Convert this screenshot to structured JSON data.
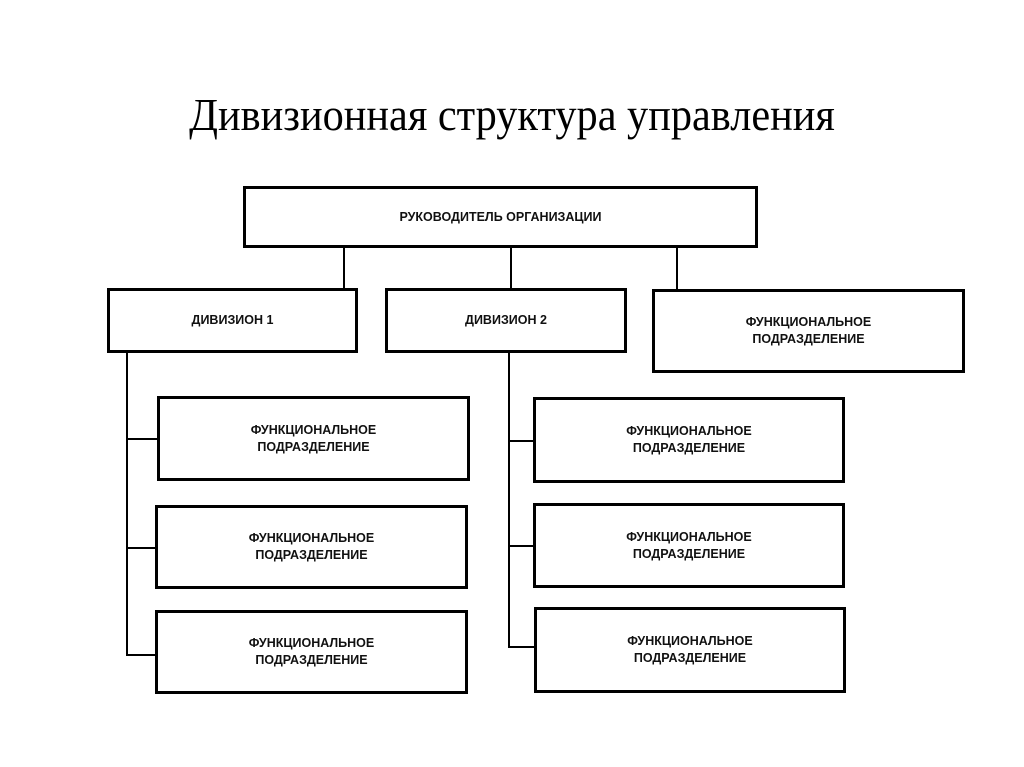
{
  "title": "Дивизионная структура управления",
  "diagram": {
    "head": {
      "label": "РУКОВОДИТЕЛЬ ОРГАНИЗАЦИИ"
    },
    "divisions": [
      {
        "label": "ДИВИЗИОН 1",
        "units": [
          {
            "line1": "ФУНКЦИОНАЛЬНОЕ",
            "line2": "ПОДРАЗДЕЛЕНИЕ"
          },
          {
            "line1": "ФУНКЦИОНАЛЬНОЕ",
            "line2": "ПОДРАЗДЕЛЕНИЕ"
          },
          {
            "line1": "ФУНКЦИОНАЛЬНОЕ",
            "line2": "ПОДРАЗДЕЛЕНИЕ"
          }
        ]
      },
      {
        "label": "ДИВИЗИОН 2",
        "units": [
          {
            "line1": "ФУНКЦИОНАЛЬНОЕ",
            "line2": "ПОДРАЗДЕЛЕНИЕ"
          },
          {
            "line1": "ФУНКЦИОНАЛЬНОЕ",
            "line2": "ПОДРАЗДЕЛЕНИЕ"
          },
          {
            "line1": "ФУНКЦИОНАЛЬНОЕ",
            "line2": "ПОДРАЗДЕЛЕНИЕ"
          }
        ]
      }
    ],
    "central_unit": {
      "line1": "ФУНКЦИОНАЛЬНОЕ",
      "line2": "ПОДРАЗДЕЛЕНИЕ"
    }
  }
}
